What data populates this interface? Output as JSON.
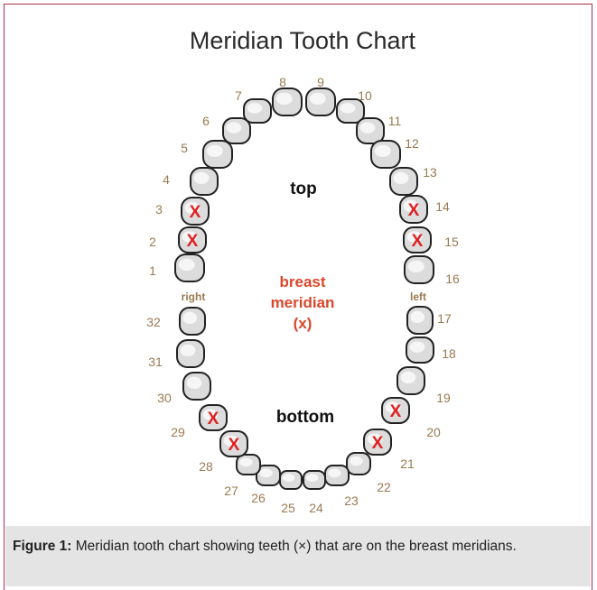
{
  "title": "Meridian Tooth Chart",
  "top_label": "top",
  "bottom_label": "bottom",
  "center_label": [
    "breast",
    "meridian",
    "(x)"
  ],
  "side_labels": {
    "right": "right",
    "left": "left"
  },
  "marker": "X",
  "teeth": [
    {
      "number": "1",
      "marked": false
    },
    {
      "number": "2",
      "marked": true
    },
    {
      "number": "3",
      "marked": true
    },
    {
      "number": "4",
      "marked": false
    },
    {
      "number": "5",
      "marked": false
    },
    {
      "number": "6",
      "marked": false
    },
    {
      "number": "7",
      "marked": false
    },
    {
      "number": "8",
      "marked": false
    },
    {
      "number": "9",
      "marked": false
    },
    {
      "number": "10",
      "marked": false
    },
    {
      "number": "11",
      "marked": false
    },
    {
      "number": "12",
      "marked": false
    },
    {
      "number": "13",
      "marked": false
    },
    {
      "number": "14",
      "marked": true
    },
    {
      "number": "15",
      "marked": true
    },
    {
      "number": "16",
      "marked": false
    },
    {
      "number": "17",
      "marked": false
    },
    {
      "number": "18",
      "marked": false
    },
    {
      "number": "19",
      "marked": false
    },
    {
      "number": "20",
      "marked": true
    },
    {
      "number": "21",
      "marked": true
    },
    {
      "number": "22",
      "marked": false
    },
    {
      "number": "23",
      "marked": false
    },
    {
      "number": "24",
      "marked": false
    },
    {
      "number": "25",
      "marked": false
    },
    {
      "number": "26",
      "marked": false
    },
    {
      "number": "27",
      "marked": false
    },
    {
      "number": "28",
      "marked": true
    },
    {
      "number": "29",
      "marked": true
    },
    {
      "number": "30",
      "marked": false
    },
    {
      "number": "31",
      "marked": false
    },
    {
      "number": "32",
      "marked": false
    }
  ],
  "caption": {
    "label": "Figure 1:",
    "text": " Meridian tooth chart showing teeth (×) that are on the breast meridians."
  },
  "colors": {
    "number": "#9a7a52",
    "marker": "#e02020",
    "center_label": "#d9472b",
    "tooth_outline": "#222222",
    "tooth_fill": "#dcdcdc",
    "frame": "#a8324a",
    "caption_bg": "#e4e4e4"
  }
}
